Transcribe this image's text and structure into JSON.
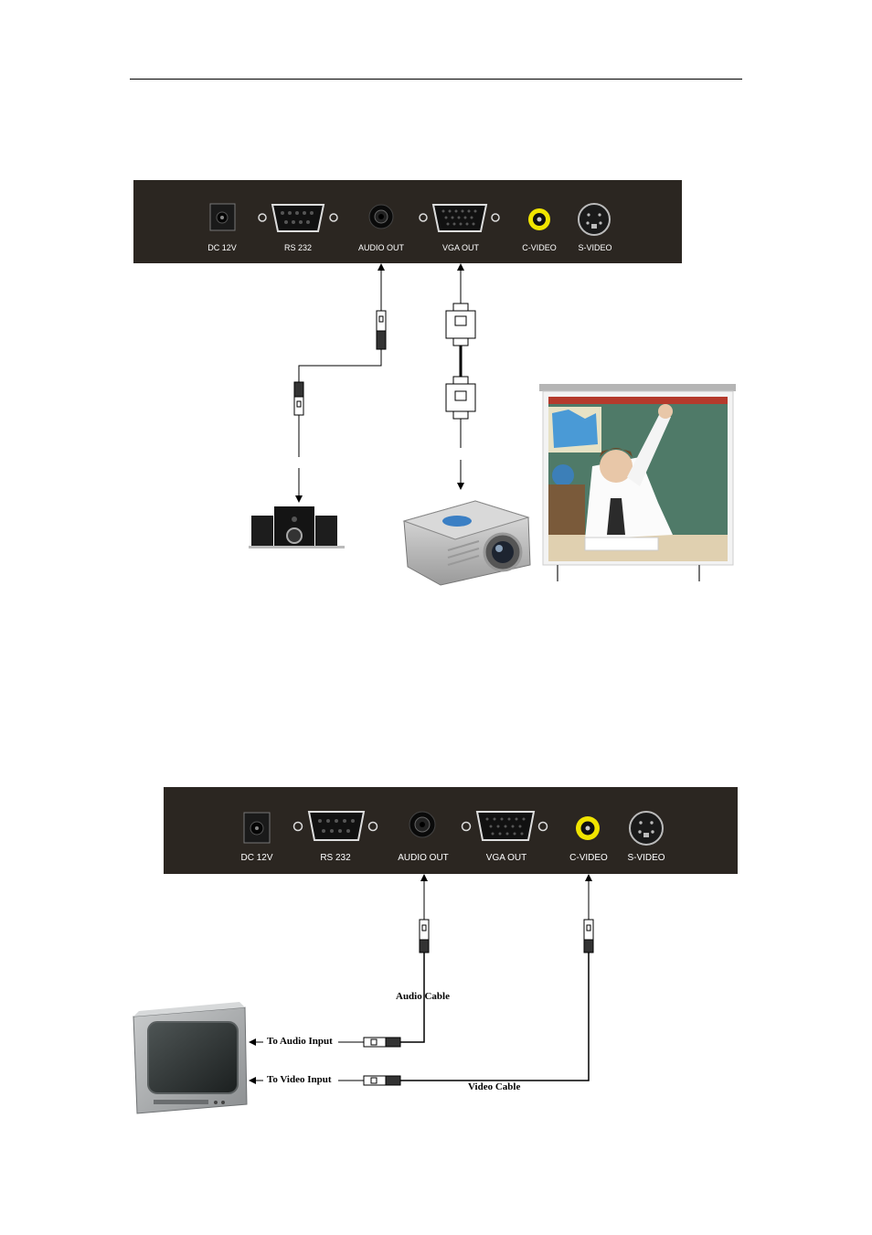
{
  "panel_labels": {
    "dc": "DC 12V",
    "rs232": "RS 232",
    "audio": "AUDIO OUT",
    "vga": "VGA OUT",
    "cvideo": "C-VIDEO",
    "svideo": "S-VIDEO"
  },
  "cables": {
    "audio_cable": "Audio Cable",
    "video_cable": "Video Cable",
    "to_audio_input": "To Audio Input",
    "to_video_input": "To Video Input"
  },
  "colors": {
    "panel": "#2b2621",
    "cvideo_ring": "#f0e400"
  }
}
